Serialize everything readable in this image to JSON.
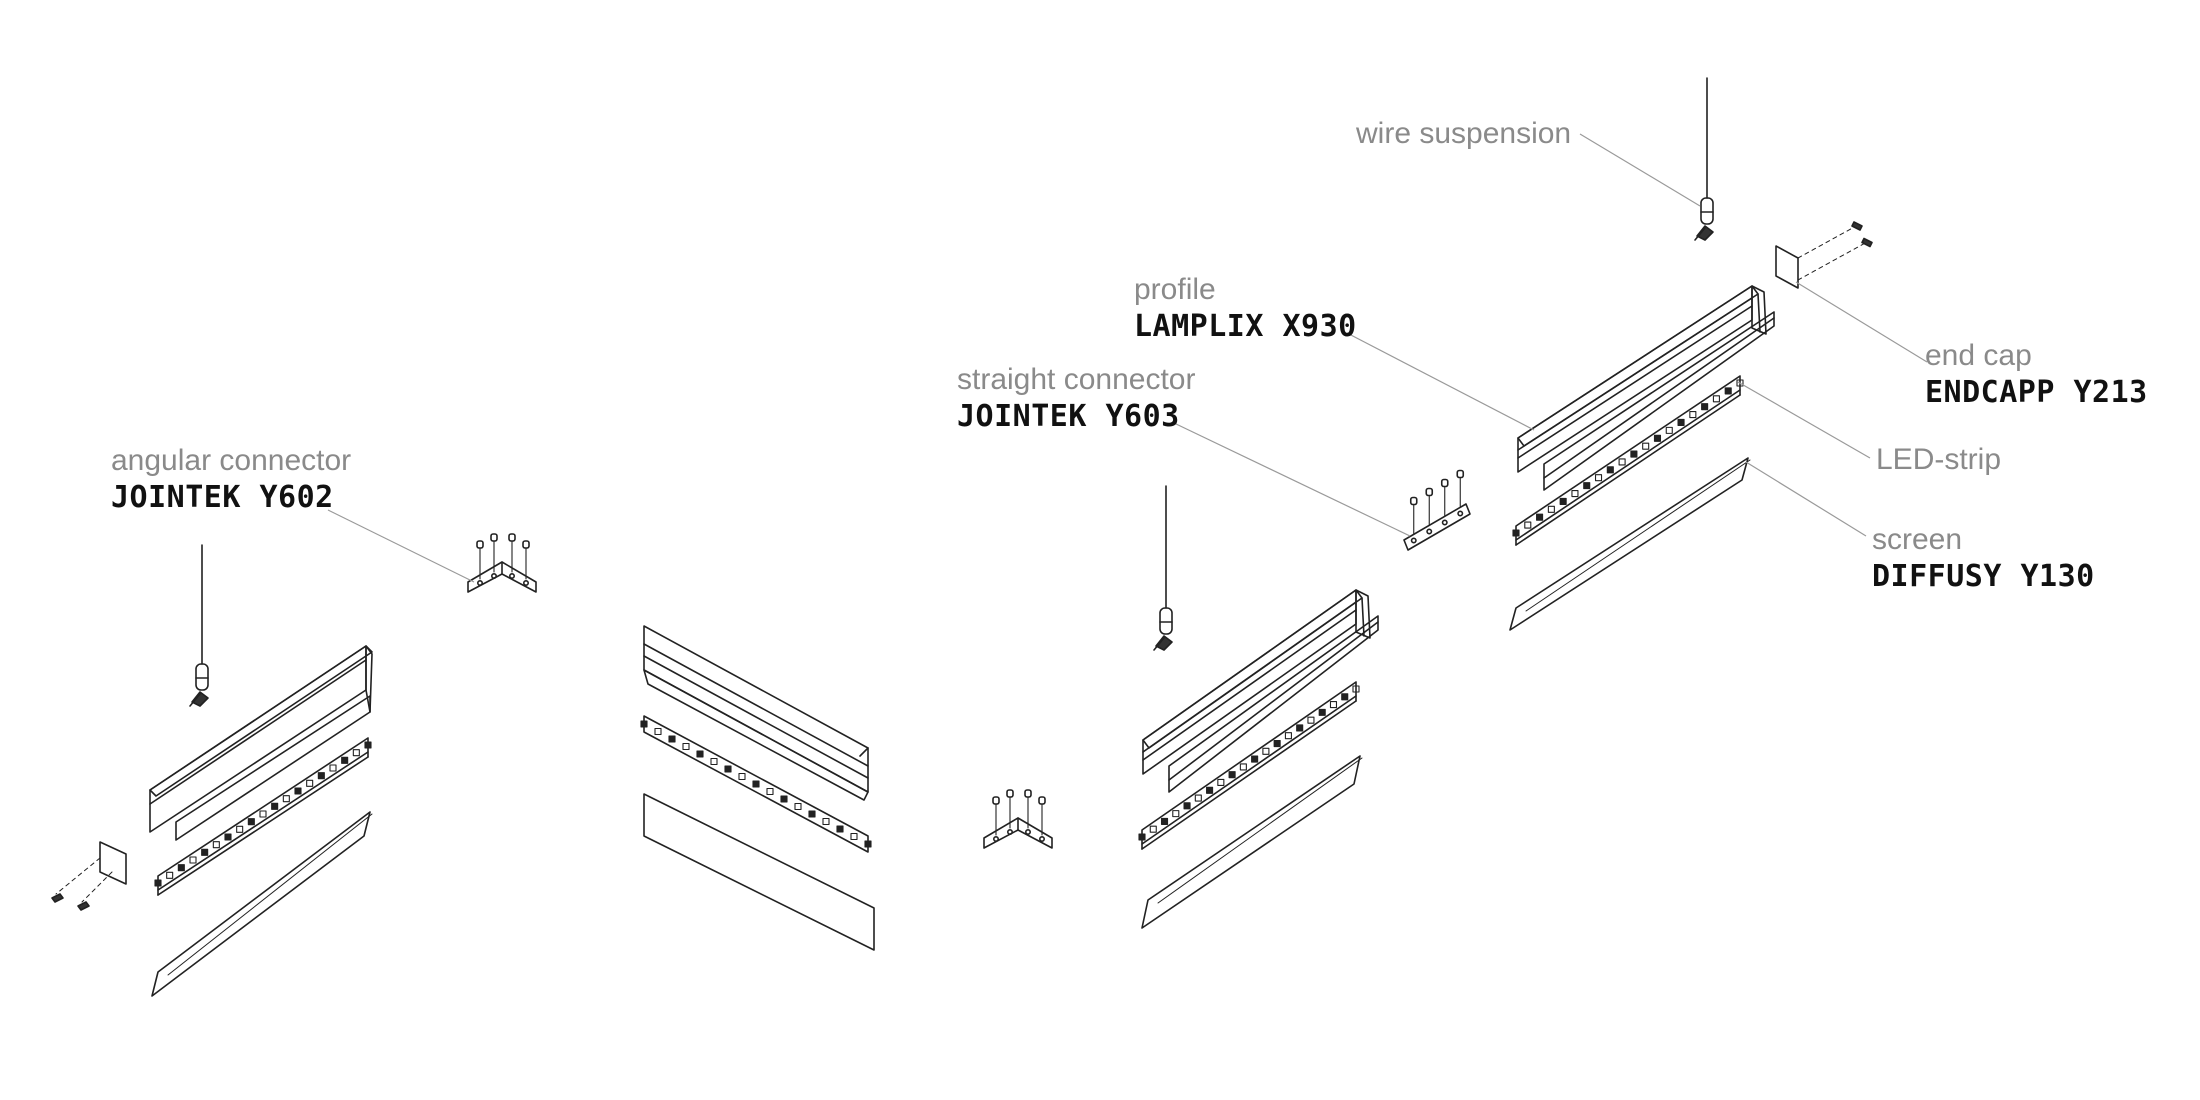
{
  "callouts": {
    "wire_suspension": {
      "category": "wire suspension"
    },
    "profile": {
      "category": "profile",
      "code": "LAMPLIX X930"
    },
    "end_cap": {
      "category": "end cap",
      "code": "ENDCAPP Y213"
    },
    "straight_connector": {
      "category": "straight connector",
      "code": "JOINTEK Y603"
    },
    "led_strip": {
      "category": "LED-strip"
    },
    "screen": {
      "category": "screen",
      "code": "DIFFUSY Y130"
    },
    "angular_connector": {
      "category": "angular connector",
      "code": "JOINTEK Y602"
    }
  },
  "colors": {
    "line": "#222222",
    "leader": "#9a9a9a",
    "label_gray": "#8a8a8a",
    "label_black": "#111111"
  }
}
